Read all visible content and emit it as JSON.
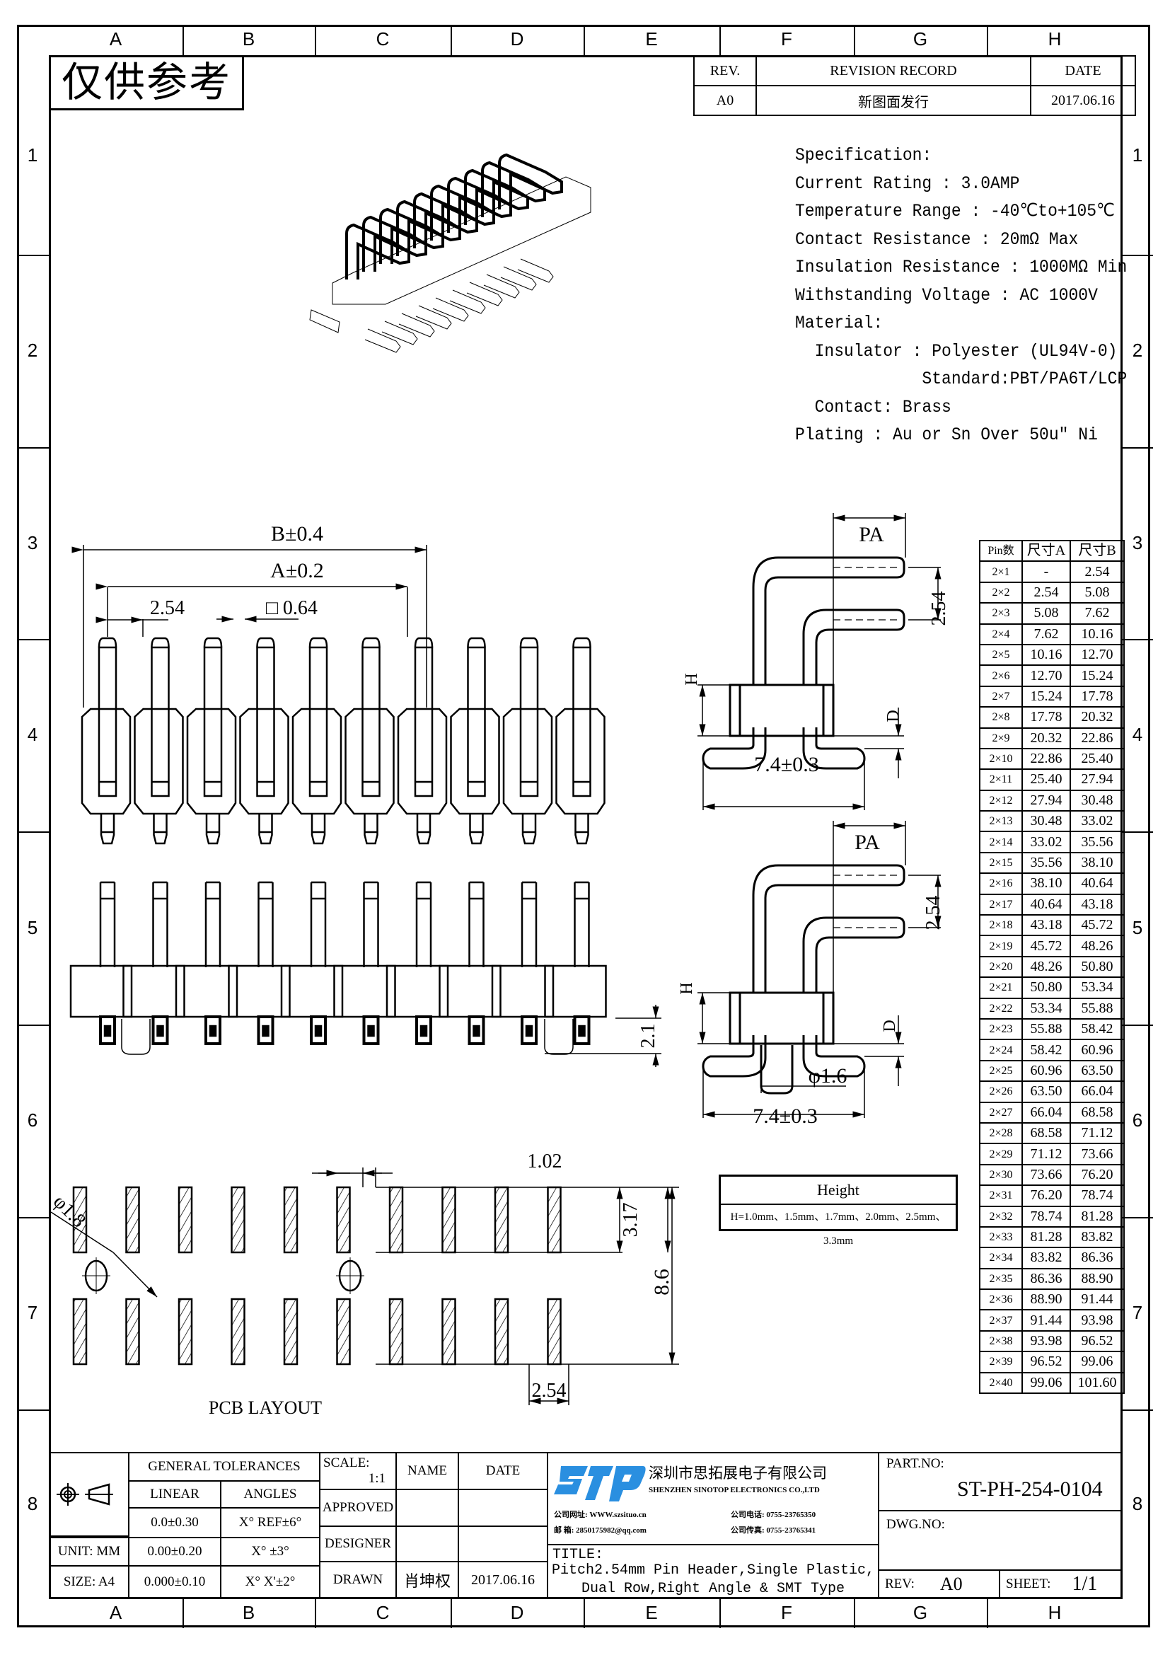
{
  "stamp": {
    "text": "仅供参考"
  },
  "zones": {
    "columns": [
      "A",
      "B",
      "C",
      "D",
      "E",
      "F",
      "G",
      "H"
    ],
    "rows": [
      "1",
      "2",
      "3",
      "4",
      "5",
      "6",
      "7",
      "8"
    ]
  },
  "revision": {
    "headers": [
      "REV.",
      "REVISION RECORD",
      "DATE"
    ],
    "rows": [
      [
        "A0",
        "新图面发行",
        "2017.06.16"
      ]
    ]
  },
  "specification": {
    "lines": [
      "Specification:",
      "Current Rating : 3.0AMP",
      "Temperature Range : -40℃to+105℃",
      "Contact Resistance : 20mΩ Max",
      "Insulation Resistance : 1000MΩ Min",
      "Withstanding Voltage : AC 1000V",
      "Material:",
      "  Insulator : Polyester (UL94V-0)",
      "             Standard:PBT/PA6T/LCP",
      "  Contact: Brass",
      "Plating : Au or Sn Over 50u\" Ni"
    ]
  },
  "pin_table": {
    "headers": [
      "Pin数",
      "尺寸A",
      "尺寸B"
    ],
    "rows": [
      [
        "2×1",
        "-",
        "2.54"
      ],
      [
        "2×2",
        "2.54",
        "5.08"
      ],
      [
        "2×3",
        "5.08",
        "7.62"
      ],
      [
        "2×4",
        "7.62",
        "10.16"
      ],
      [
        "2×5",
        "10.16",
        "12.70"
      ],
      [
        "2×6",
        "12.70",
        "15.24"
      ],
      [
        "2×7",
        "15.24",
        "17.78"
      ],
      [
        "2×8",
        "17.78",
        "20.32"
      ],
      [
        "2×9",
        "20.32",
        "22.86"
      ],
      [
        "2×10",
        "22.86",
        "25.40"
      ],
      [
        "2×11",
        "25.40",
        "27.94"
      ],
      [
        "2×12",
        "27.94",
        "30.48"
      ],
      [
        "2×13",
        "30.48",
        "33.02"
      ],
      [
        "2×14",
        "33.02",
        "35.56"
      ],
      [
        "2×15",
        "35.56",
        "38.10"
      ],
      [
        "2×16",
        "38.10",
        "40.64"
      ],
      [
        "2×17",
        "40.64",
        "43.18"
      ],
      [
        "2×18",
        "43.18",
        "45.72"
      ],
      [
        "2×19",
        "45.72",
        "48.26"
      ],
      [
        "2×20",
        "48.26",
        "50.80"
      ],
      [
        "2×21",
        "50.80",
        "53.34"
      ],
      [
        "2×22",
        "53.34",
        "55.88"
      ],
      [
        "2×23",
        "55.88",
        "58.42"
      ],
      [
        "2×24",
        "58.42",
        "60.96"
      ],
      [
        "2×25",
        "60.96",
        "63.50"
      ],
      [
        "2×26",
        "63.50",
        "66.04"
      ],
      [
        "2×27",
        "66.04",
        "68.58"
      ],
      [
        "2×28",
        "68.58",
        "71.12"
      ],
      [
        "2×29",
        "71.12",
        "73.66"
      ],
      [
        "2×30",
        "73.66",
        "76.20"
      ],
      [
        "2×31",
        "76.20",
        "78.74"
      ],
      [
        "2×32",
        "78.74",
        "81.28"
      ],
      [
        "2×33",
        "81.28",
        "83.82"
      ],
      [
        "2×34",
        "83.82",
        "86.36"
      ],
      [
        "2×35",
        "86.36",
        "88.90"
      ],
      [
        "2×36",
        "88.90",
        "91.44"
      ],
      [
        "2×37",
        "91.44",
        "93.98"
      ],
      [
        "2×38",
        "93.98",
        "96.52"
      ],
      [
        "2×39",
        "96.52",
        "99.06"
      ],
      [
        "2×40",
        "99.06",
        "101.60"
      ]
    ]
  },
  "height_box": {
    "title": "Height",
    "values": "H=1.0mm、1.5mm、1.7mm、2.0mm、2.5mm、3.3mm"
  },
  "dimensions": {
    "front": {
      "b": "B±0.4",
      "a": "A±0.2",
      "pitch": "2.54",
      "pin_size": "□ 0.64"
    },
    "side_top": {
      "pa": "PA",
      "pitch": "2.54",
      "h": "H",
      "d": "D",
      "width": "7.4±0.3"
    },
    "side_bottom": {
      "pa": "PA",
      "pitch": "2.54",
      "h": "H",
      "d": "D",
      "peg": "φ1.6",
      "width": "7.4±0.3"
    },
    "bottom_view": {
      "peg_len": "2.1"
    },
    "pcb": {
      "pad_w": "1.02",
      "pad_len": "3.17",
      "span": "8.6",
      "pitch": "2.54",
      "hole": "φ1.8",
      "label": "PCB LAYOUT"
    }
  },
  "title_block": {
    "tolerances_header": "GENERAL TOLERANCES",
    "linear_label": "LINEAR",
    "angles_label": "ANGLES",
    "tolerance_rows": [
      [
        "0.0±0.30",
        "X° REF±6°"
      ],
      [
        "0.00±0.20",
        "X° ±3°"
      ],
      [
        "0.000±0.10",
        "X° X'±2°"
      ]
    ],
    "unit": "UNIT: MM",
    "size": "SIZE: A4",
    "scale_label": "SCALE:",
    "scale_value": "1:1",
    "name_label": "NAME",
    "date_label": "DATE",
    "approved_label": "APPROVED",
    "designer_label": "DESIGNER",
    "drawn_label": "DRAWN",
    "drawn_name": "肖坤权",
    "drawn_date": "2017.06.16",
    "company_cn": "深圳市思拓展电子有限公司",
    "company_en": "SHENZHEN SINOTOP ELECTRONICS CO.,LTD",
    "logo_text": "STP",
    "website_label": "公司网址:",
    "website": "WWW.szsituo.cn",
    "email_label": "邮    箱:",
    "email": "2850175982@qq.com",
    "phone_label": "公司电话:",
    "phone": "0755-23765350",
    "fax_label": "公司传真:",
    "fax": "0755-23765341",
    "title_label": "TITLE:",
    "title_line1": "Pitch2.54mm Pin Header,Single Plastic,",
    "title_line2": "Dual Row,Right Angle & SMT Type",
    "part_no_label": "PART.NO:",
    "part_no": "ST-PH-254-0104",
    "dwg_no_label": "DWG.NO:",
    "rev_label": "REV:",
    "rev_value": "A0",
    "sheet_label": "SHEET:",
    "sheet_value": "1/1"
  },
  "colors": {
    "logo": "#2a8fe0",
    "ink": "#000000"
  }
}
